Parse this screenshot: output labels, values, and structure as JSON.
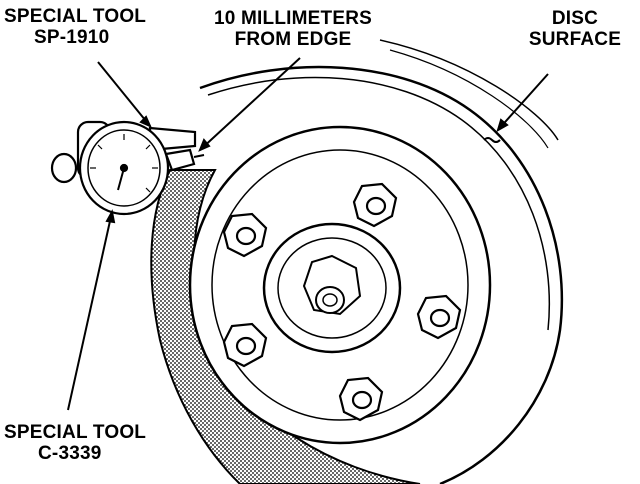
{
  "labels": {
    "special_tool_sp": {
      "line1": "SPECIAL TOOL",
      "line2": "SP-1910"
    },
    "millimeters": {
      "line1": "10 MILLIMETERS",
      "line2": "FROM EDGE"
    },
    "disc_surface": {
      "line1": "DISC",
      "line2": "SURFACE"
    },
    "special_tool_c": {
      "line1": "SPECIAL TOOL",
      "line2": "C-3339"
    }
  },
  "colors": {
    "ink": "#000000",
    "paper": "#ffffff",
    "shade": "#b8b8b8"
  },
  "icons": [
    "dial-indicator-icon",
    "lug-nut-icon",
    "hub-icon",
    "brake-disc-icon"
  ]
}
